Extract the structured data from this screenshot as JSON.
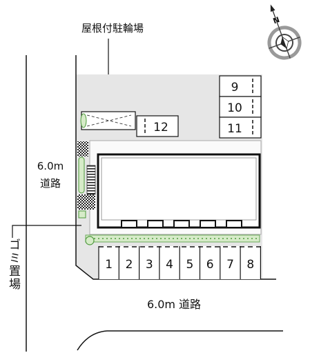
{
  "compass": {
    "north_label": "N"
  },
  "bicycle_parking": {
    "label": "屋根付駐輪場"
  },
  "left_road": {
    "width": "6.0m",
    "name": "道路"
  },
  "bottom_road": {
    "label": "6.0m 道路"
  },
  "garbage": {
    "label": "ゴミ置場"
  },
  "parking": {
    "top_right": [
      "9",
      "10",
      "11"
    ],
    "middle": [
      "12"
    ],
    "bottom": [
      "1",
      "2",
      "3",
      "4",
      "5",
      "6",
      "7",
      "8"
    ]
  },
  "colors": {
    "site_fill": "#e6e6e6",
    "greenery_fill": "#d6ebc8",
    "greenery_stroke": "#4e9a3c",
    "line": "#111111"
  }
}
